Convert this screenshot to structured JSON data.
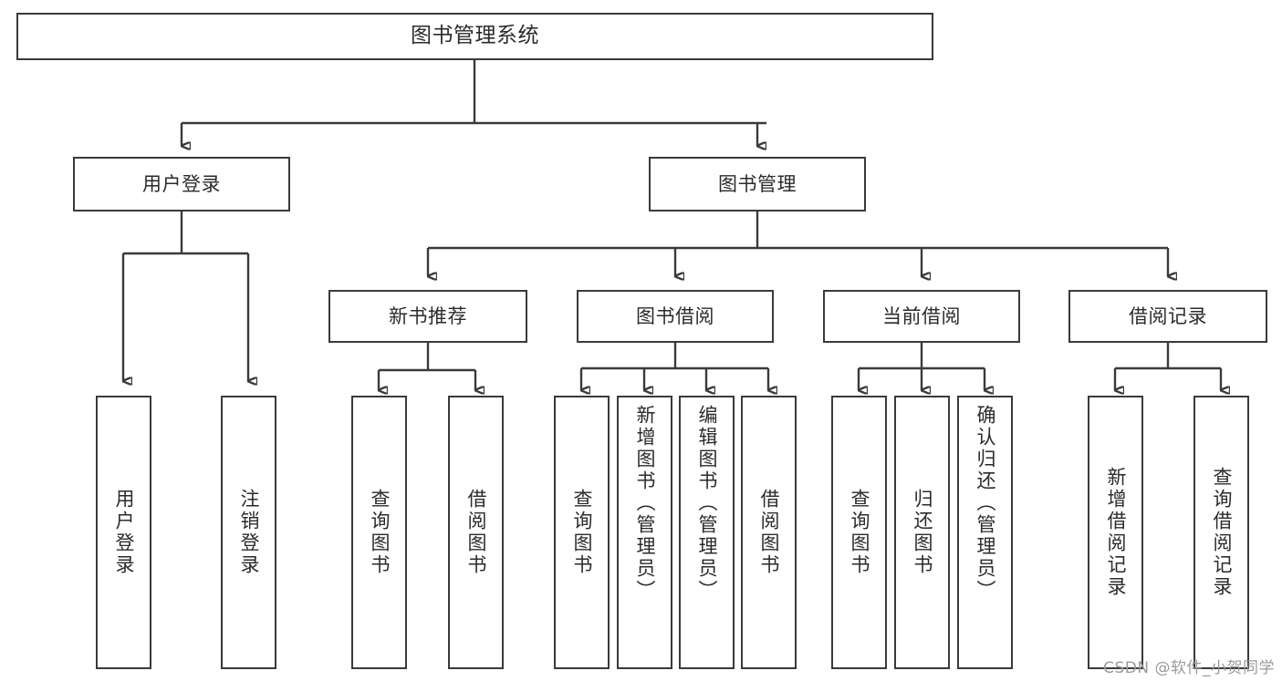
{
  "diagram": {
    "title": "图书管理系统",
    "watermark": "CSDN @软件_小贺同学",
    "colors": {
      "stroke": "#3a3a3a",
      "text": "#2b2b2b",
      "background": "#ffffff",
      "watermark": "#9a9a9a"
    },
    "levels": {
      "level1": [
        {
          "id": "root",
          "label": "图书管理系统"
        }
      ],
      "level2": [
        {
          "id": "user-login",
          "label": "用户登录"
        },
        {
          "id": "book-management",
          "label": "图书管理"
        }
      ],
      "level3": [
        {
          "id": "new-book-recommend",
          "label": "新书推荐"
        },
        {
          "id": "book-borrow",
          "label": "图书借阅"
        },
        {
          "id": "current-borrow",
          "label": "当前借阅"
        },
        {
          "id": "borrow-record",
          "label": "借阅记录"
        }
      ],
      "leaves": [
        {
          "id": "leaf-user-login",
          "label": "用户登录",
          "parent": "user-login"
        },
        {
          "id": "leaf-logout-login",
          "label": "注销登录",
          "parent": "user-login"
        },
        {
          "id": "leaf-query-book-1",
          "label": "查询图书",
          "parent": "new-book-recommend"
        },
        {
          "id": "leaf-borrow-book-1",
          "label": "借阅图书",
          "parent": "new-book-recommend"
        },
        {
          "id": "leaf-query-book-2",
          "label": "查询图书",
          "parent": "book-borrow"
        },
        {
          "id": "leaf-add-book",
          "label": "新增图书（管理员）",
          "parent": "book-borrow"
        },
        {
          "id": "leaf-edit-book",
          "label": "编辑图书（管理员）",
          "parent": "book-borrow"
        },
        {
          "id": "leaf-borrow-book-2",
          "label": "借阅图书",
          "parent": "book-borrow"
        },
        {
          "id": "leaf-query-book-3",
          "label": "查询图书",
          "parent": "current-borrow"
        },
        {
          "id": "leaf-return-book",
          "label": "归还图书",
          "parent": "current-borrow"
        },
        {
          "id": "leaf-confirm-return",
          "label": "确认归还（管理员）",
          "parent": "current-borrow"
        },
        {
          "id": "leaf-add-borrow-record",
          "label": "新增借阅记录",
          "parent": "borrow-record"
        },
        {
          "id": "leaf-query-borrow-record",
          "label": "查询借阅记录",
          "parent": "borrow-record"
        }
      ]
    }
  }
}
